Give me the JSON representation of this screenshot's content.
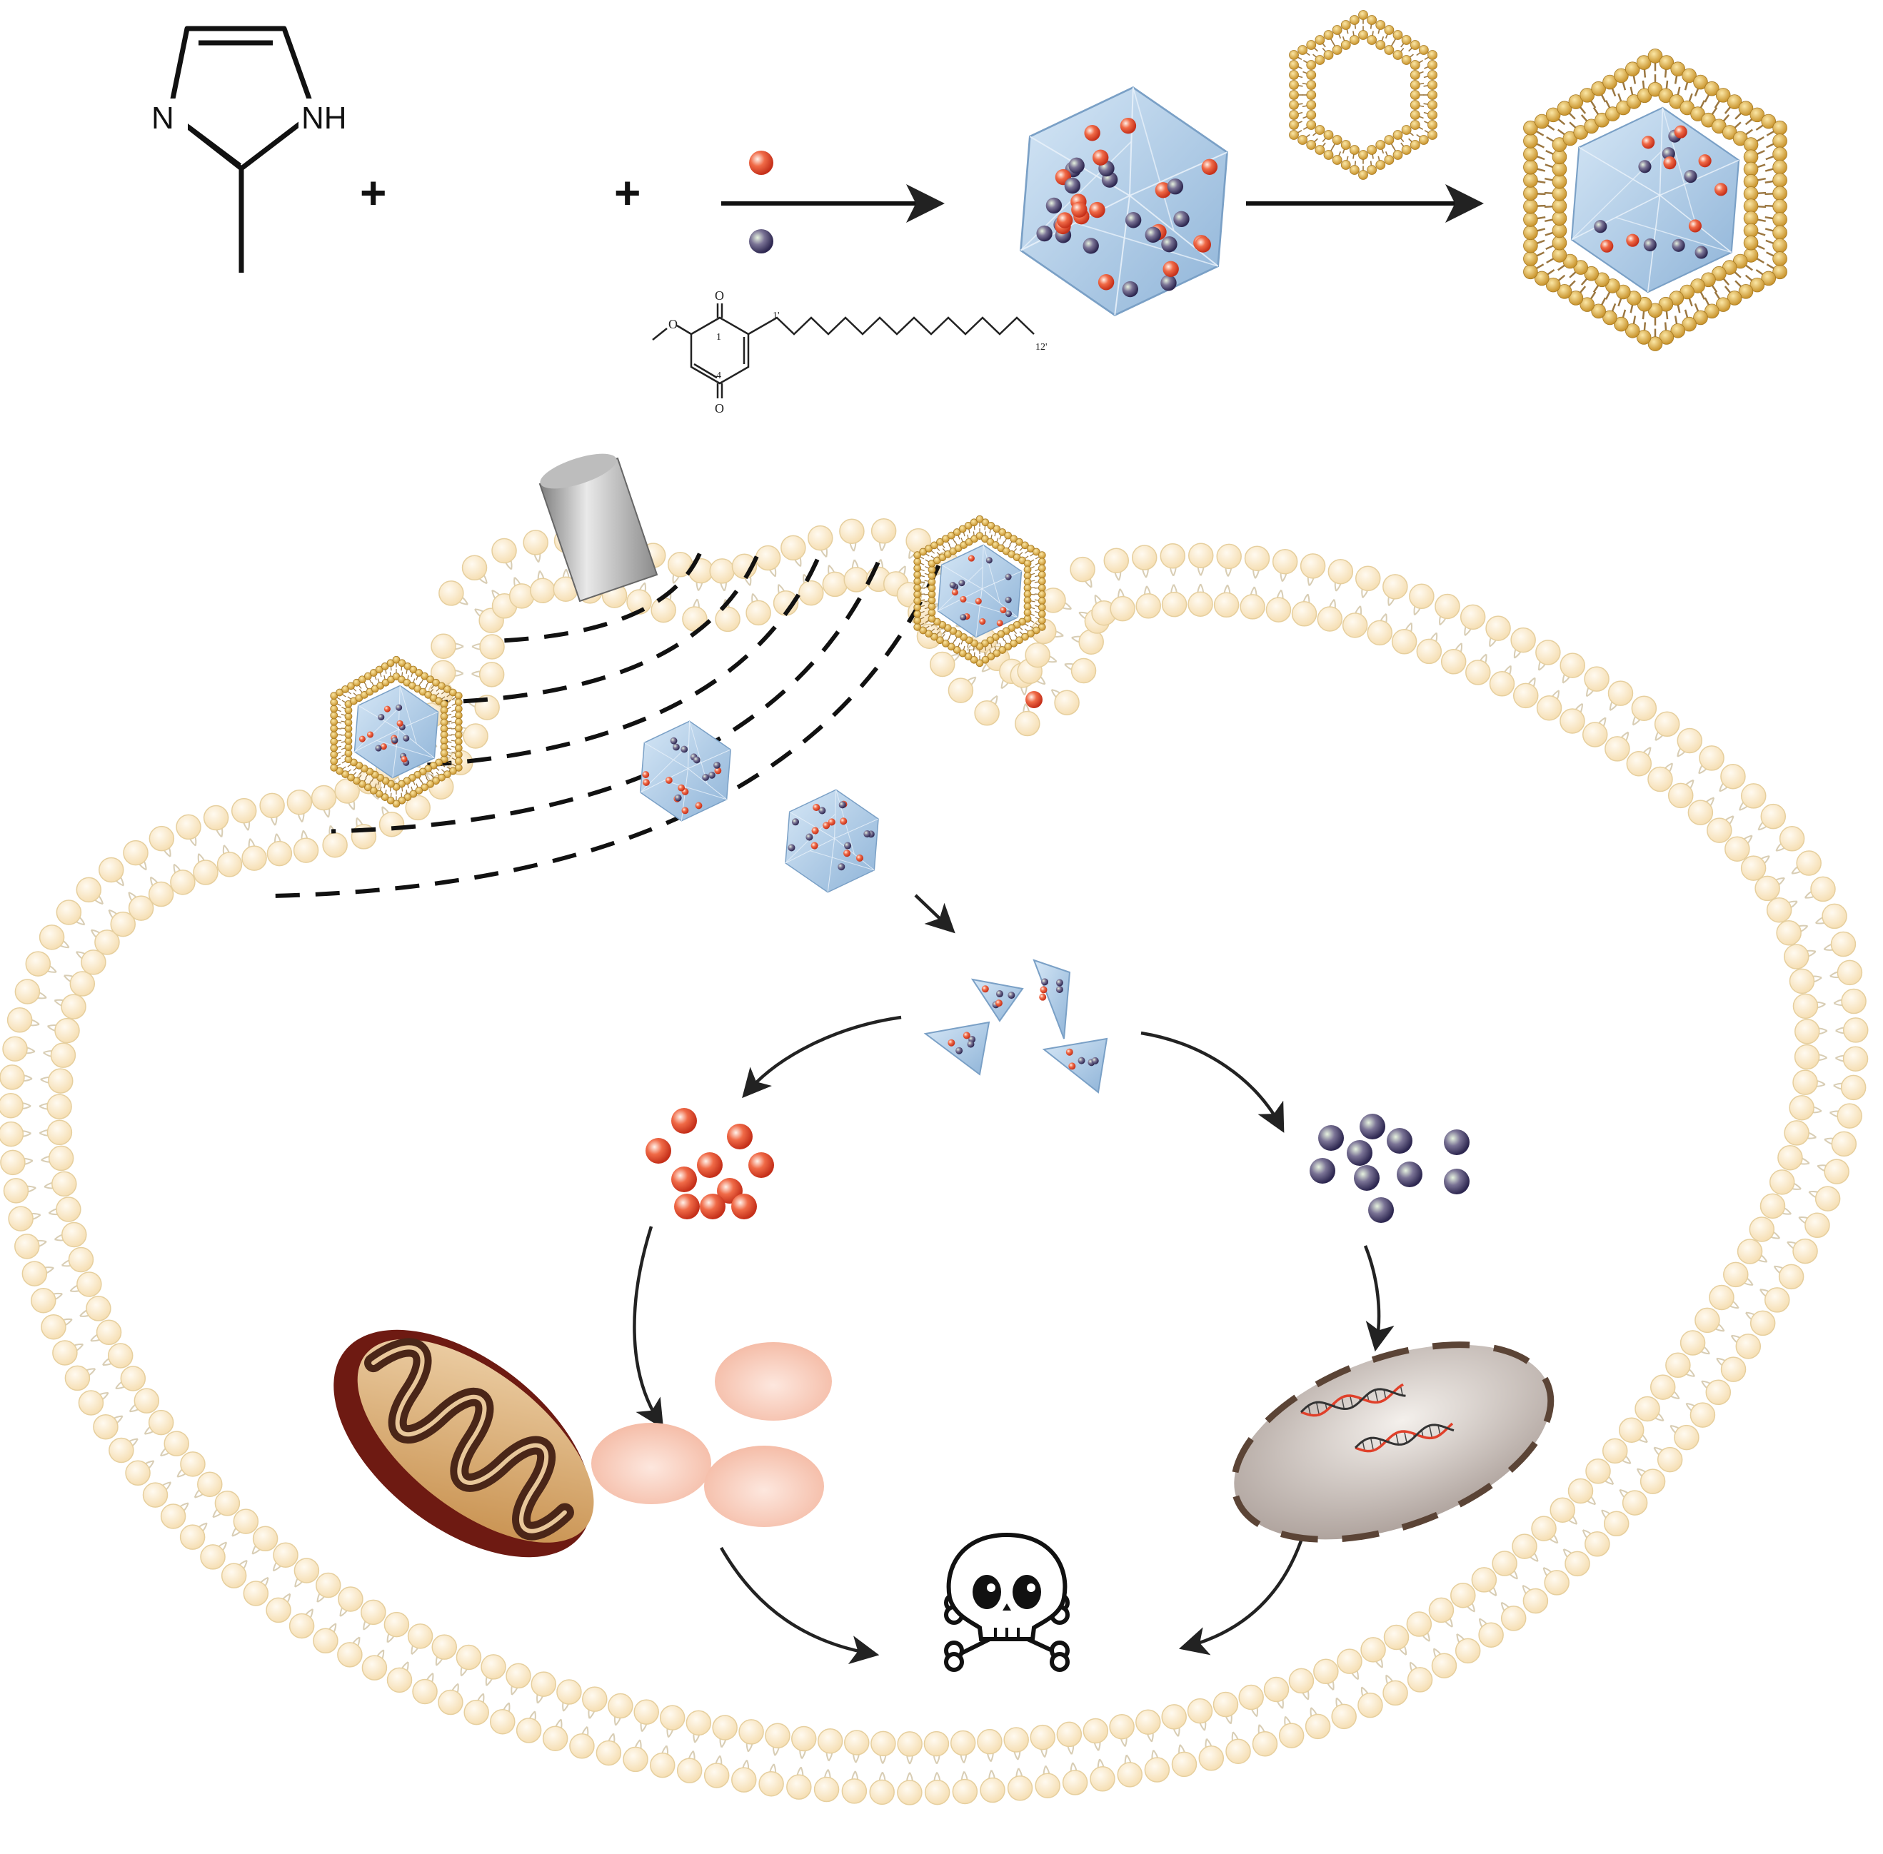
{
  "colors": {
    "background": "#ffffff",
    "lipid_head": "#fcebc9",
    "lipid_head_stroke": "#e6cf9e",
    "lipid_tail": "#d8cdb4",
    "framework": "#a9c8e6",
    "framework_stroke": "#6f97bd",
    "red_particle": "#e8462a",
    "purple_particle": "#4e4470",
    "coat_head": "#d6a83c",
    "coat_ring": "#9a7640",
    "ros_cloud": "#f7c9b4",
    "mitochondrion": "#6e1a12",
    "mito_inner": "#d9a66a",
    "nucleus": "#d2c9c4",
    "dna_red": "#e0402a",
    "arrow": "#222222"
  },
  "icons": [
    "imidazole-structure",
    "quinone-structure",
    "plus-sign",
    "reaction-arrow",
    "framework-nanoparticle",
    "lipid-coated-nanoparticle",
    "ultrasound-probe",
    "cell-membrane",
    "fragment-pieces",
    "red-particle-cluster",
    "purple-particle-cluster",
    "ros-clouds",
    "mitochondrion",
    "nucleus-with-dna",
    "skull-crossbones-icon"
  ],
  "labels": {
    "imidazole_n": "N",
    "imidazole_nh": "NH",
    "plus_1": "+",
    "plus_2": "+",
    "quinone_o_top": "O",
    "quinone_o_bottom": "O",
    "quinone_o_methoxy": "O",
    "quinone_c1": "1",
    "quinone_c4": "4",
    "quinone_c1prime": "1'",
    "quinone_c12prime": "12'"
  }
}
